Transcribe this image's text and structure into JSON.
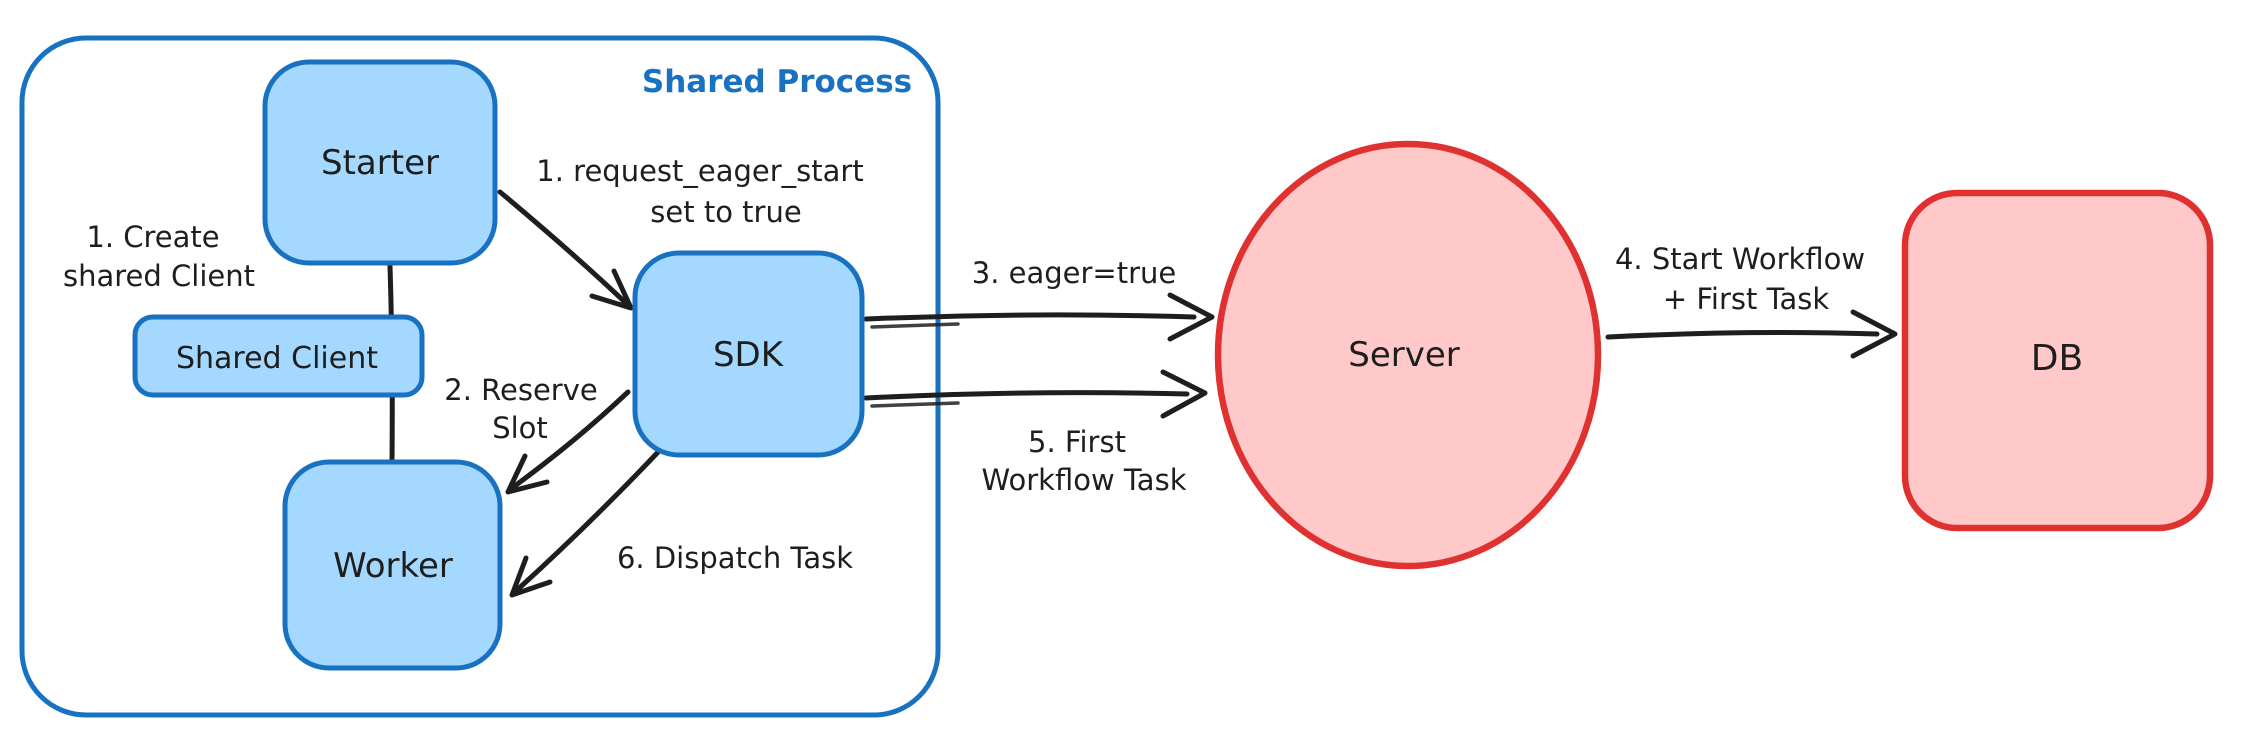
{
  "diagram": {
    "colors": {
      "blue_stroke": "#1971c2",
      "blue_fill": "#a5d8ff",
      "red_stroke": "#e03131",
      "red_fill": "#ffc9c9",
      "ink": "#1e1e1e",
      "canvas_bg": "#ffffff"
    },
    "container": {
      "label": "Shared Process"
    },
    "nodes": {
      "starter": {
        "label": "Starter"
      },
      "shared_client": {
        "label": "Shared Client"
      },
      "worker": {
        "label": "Worker"
      },
      "sdk": {
        "label": "SDK"
      },
      "server": {
        "label": "Server"
      },
      "db": {
        "label": "DB"
      }
    },
    "edges": {
      "create_shared_client": {
        "line1": "1. Create",
        "line2": "shared Client"
      },
      "request_eager_start": {
        "line1": "1. request_eager_start",
        "line2": "set to true"
      },
      "reserve_slot": {
        "line1": "2. Reserve",
        "line2": "Slot"
      },
      "eager_true": {
        "line1": "3. eager=true"
      },
      "start_workflow_first_task": {
        "line1": "4. Start Workflow",
        "line2": "+ First Task"
      },
      "first_workflow_task": {
        "line1": "5. First",
        "line2": "Workflow Task"
      },
      "dispatch_task": {
        "line1": "6. Dispatch Task"
      }
    }
  }
}
